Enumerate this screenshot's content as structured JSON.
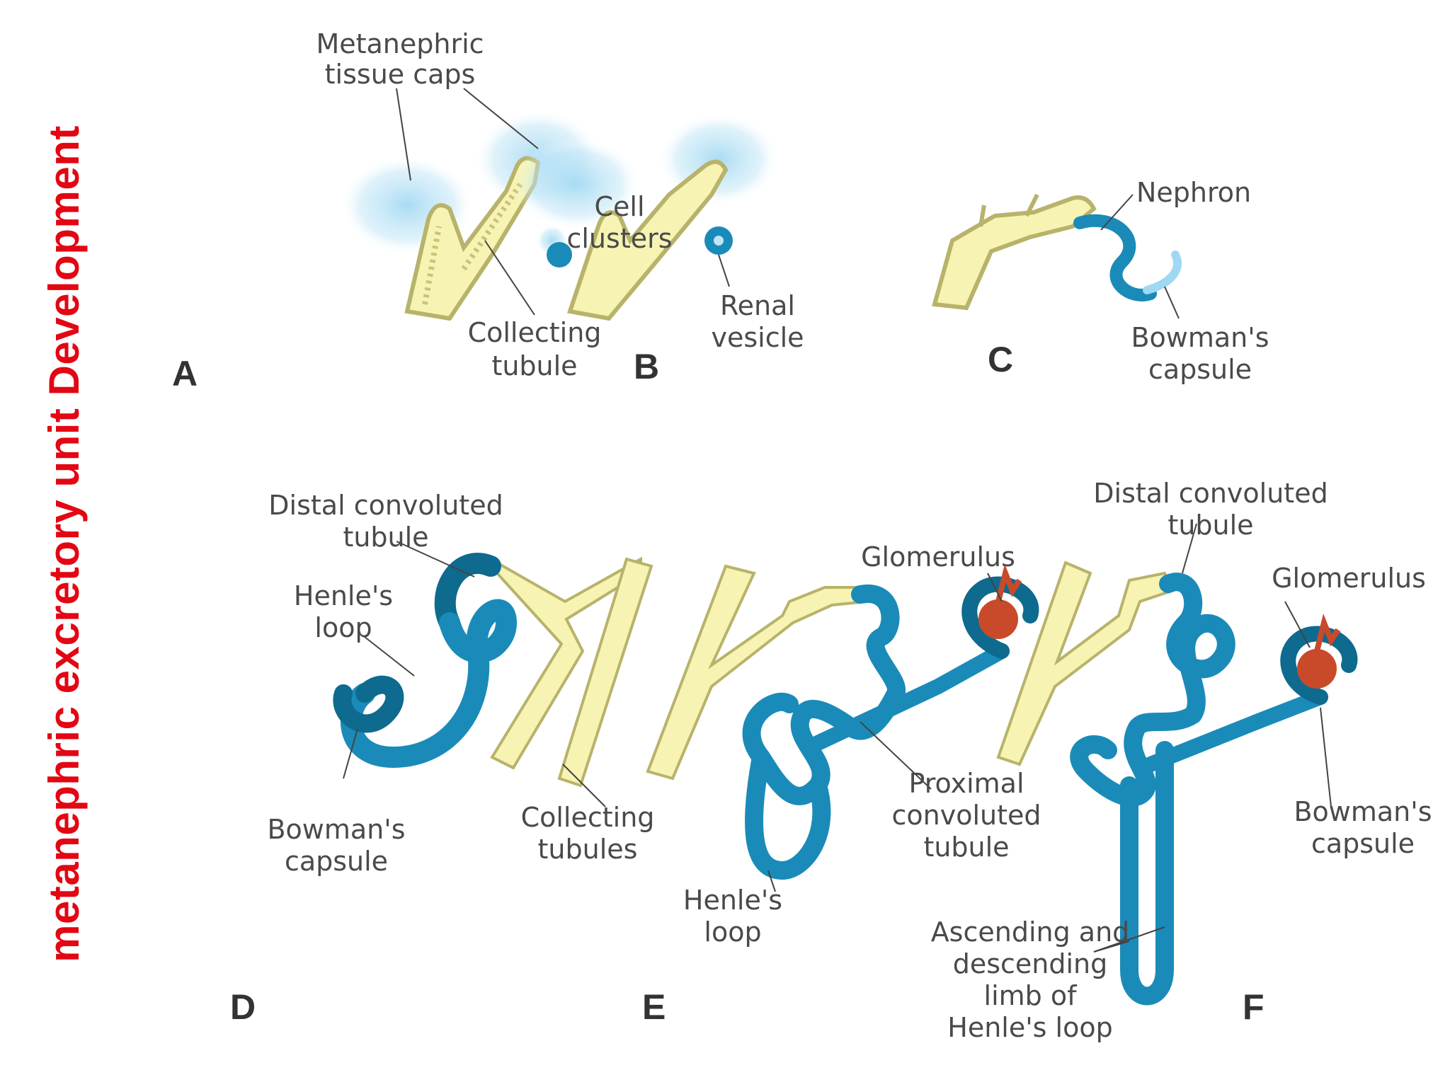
{
  "title": "metanephric excretory unit Development",
  "colors": {
    "title": "#e30613",
    "tubule_fill": "#f7f3b3",
    "tubule_stroke": "#c8c37a",
    "nephron_blue": "#1a8bb8",
    "nephron_dark": "#0e6a8e",
    "cap_blue": "#7dc8ea",
    "glomerulus_red": "#c84a2a",
    "label": "#4a4a4a"
  },
  "panels": {
    "A": {
      "letter": "A",
      "metanephric_tissue_caps": [
        "Metanephric",
        "tissue caps"
      ],
      "collecting_tubule": [
        "Collecting",
        "tubule"
      ]
    },
    "B": {
      "letter": "B",
      "cell_clusters": [
        "Cell",
        "clusters"
      ],
      "renal_vesicle": [
        "Renal",
        "vesicle"
      ]
    },
    "C": {
      "letter": "C",
      "nephron": "Nephron",
      "bowmans_capsule": [
        "Bowman's",
        "capsule"
      ]
    },
    "D": {
      "letter": "D",
      "distal_convoluted_tubule": [
        "Distal convoluted",
        "tubule"
      ],
      "henles_loop": [
        "Henle's",
        "loop"
      ],
      "bowmans_capsule": [
        "Bowman's",
        "capsule"
      ],
      "collecting_tubules": [
        "Collecting",
        "tubules"
      ]
    },
    "E": {
      "letter": "E",
      "glomerulus": "Glomerulus",
      "proximal_convoluted_tubule": [
        "Proximal",
        "convoluted",
        "tubule"
      ],
      "henles_loop": [
        "Henle's",
        "loop"
      ]
    },
    "F": {
      "letter": "F",
      "distal_convoluted_tubule": [
        "Distal convoluted",
        "tubule"
      ],
      "glomerulus": "Glomerulus",
      "bowmans_capsule": [
        "Bowman's",
        "capsule"
      ],
      "limbs": [
        "Ascending and",
        "descending",
        "limb of",
        "Henle's loop"
      ]
    }
  }
}
